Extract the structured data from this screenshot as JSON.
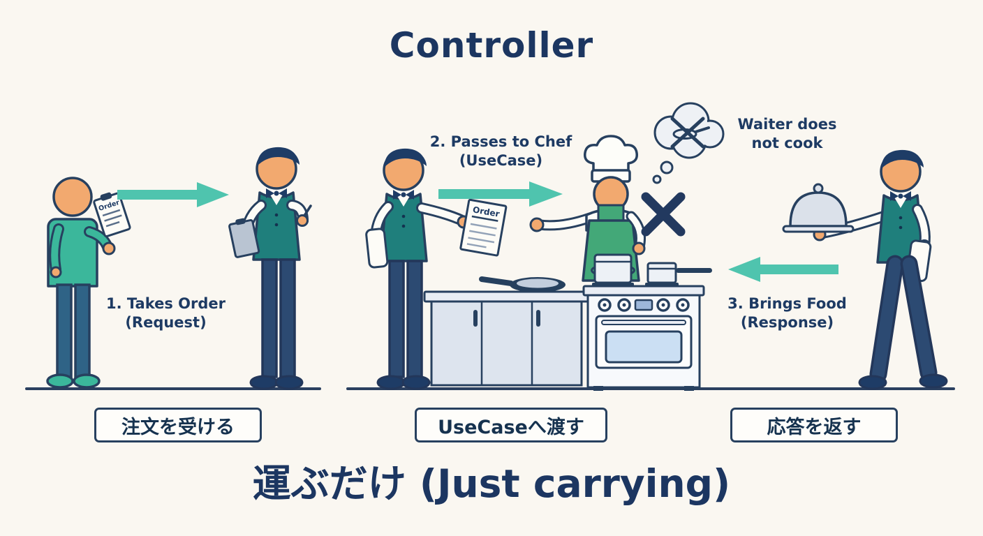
{
  "title": "Controller",
  "scene1": {
    "step_label_line1": "1. Takes Order",
    "step_label_line2": "(Request)",
    "jp_label": "注文を受ける",
    "order_doc_label": "Order"
  },
  "scene2": {
    "step_label_line1": "2. Passes to Chef",
    "step_label_line2": "(UseCase)",
    "jp_label": "UseCaseへ渡す",
    "order_doc_label": "Order",
    "thought_line1": "Waiter does",
    "thought_line2": "not cook",
    "cross_mark": "✕"
  },
  "scene3": {
    "step_label_line1": "3. Brings Food",
    "step_label_line2": "(Response)",
    "jp_label": "応答を返す"
  },
  "caption": "運ぶだけ (Just carrying)",
  "colors": {
    "background": "#faf7f1",
    "outline_navy": "#27405f",
    "text_navy": "#1d3a63",
    "arrow_teal": "#4fc4ae",
    "customer_shirt_teal": "#3bb79b",
    "waiter_vest_teal": "#1f7f7c",
    "chef_apron_green": "#43a878",
    "skin": "#f2a96f",
    "counter_gray": "#dde4ee",
    "oven_window_blue": "#cbdff3"
  }
}
